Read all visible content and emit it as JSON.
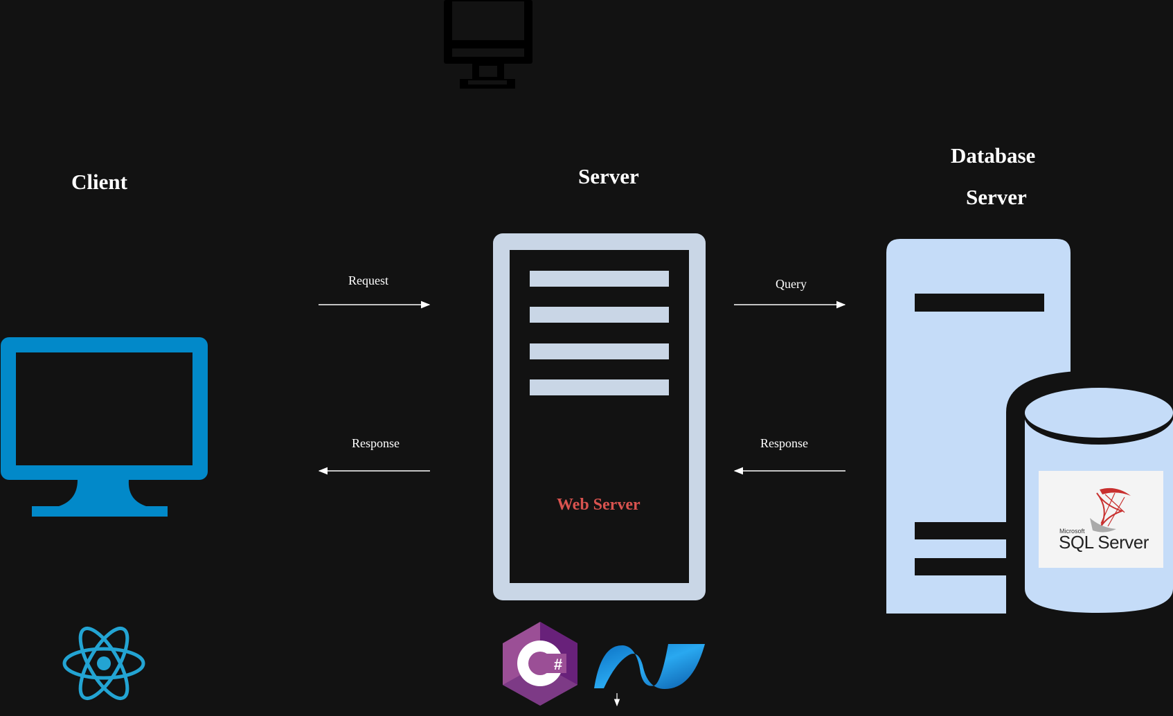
{
  "headings": {
    "client": "Client",
    "server": "Server",
    "database_line1": "Database",
    "database_line2": "Server"
  },
  "arrows": {
    "request": "Request",
    "response_left": "Response",
    "query": "Query",
    "response_right": "Response"
  },
  "web_server": {
    "label": "Web Server",
    "label_color": "#d9534f"
  },
  "sql_logo": {
    "brand": "Microsoft",
    "product": "SQL Server"
  },
  "colors": {
    "background": "#121212",
    "client_monitor": "#0289c9",
    "server_tower": "#c9d6e6",
    "db_tower": "#c5dcf8",
    "react_logo": "#23a4d3",
    "csharp_dark": "#68217a",
    "csharp_light": "#9b4f96",
    "dotnet_blue": "#1a8fd4"
  },
  "icons": [
    "monitor-outline-icon",
    "client-monitor-icon",
    "web-server-tower-icon",
    "database-server-icon",
    "database-cylinder-icon",
    "react-logo-icon",
    "csharp-logo-icon",
    "dotnet-logo-icon",
    "sql-server-logo-icon"
  ]
}
